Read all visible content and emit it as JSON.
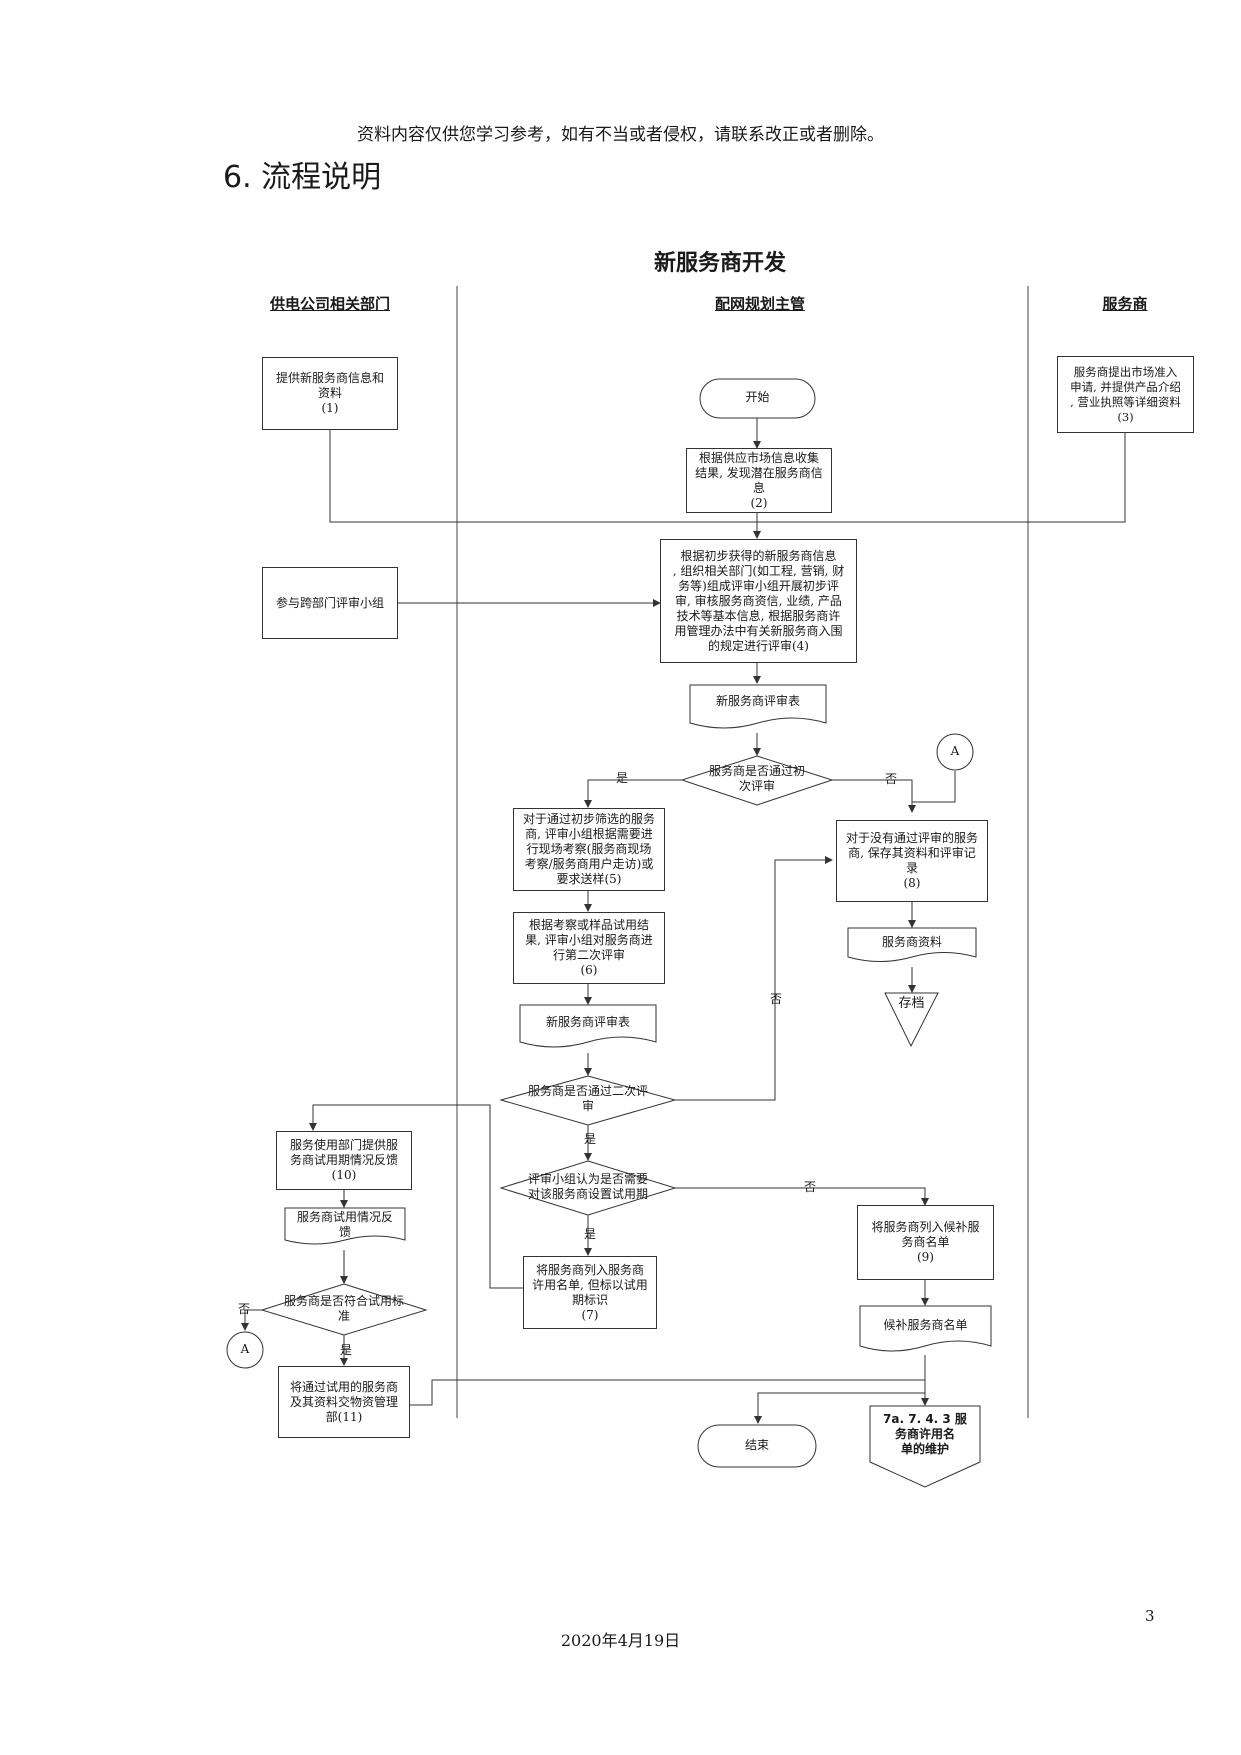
{
  "header": {
    "disclaimer": "资料内容仅供您学习参考，如有不当或者侵权，请联系改正或者删除。",
    "section_heading": "6. 流程说明"
  },
  "chart": {
    "title": "新服务商开发",
    "lanes": [
      "供电公司相关部门",
      "配网规划主管",
      "服务商"
    ]
  },
  "nodes": {
    "n1": "提供新服务商信息和\n资料\n(1)",
    "n3": "服务商提出市场准入\n申请, 并提供产品介绍\n, 营业执照等详细资料\n(3)",
    "start": "开始",
    "n2": "根据供应市场信息收集\n结果, 发现潜在服务商信\n息\n(2)",
    "panel": "参与跨部门评审小组",
    "n4": "根据初步获得的新服务商信息\n, 组织相关部门(如工程, 营销, 财\n务等)组成评审小组开展初步评\n审, 审核服务商资信, 业绩, 产品\n技术等基本信息, 根据服务商许\n用管理办法中有关新服务商入围\n的规定进行评审(4)",
    "doc_review1": "新服务商评审表",
    "dec1": "服务商是否通过初\n次评审",
    "conn_a_top": "A",
    "n5": "对于通过初步筛选的服务\n商, 评审小组根据需要进\n行现场考察(服务商现场\n考察/服务商用户走访)或\n要求送样(5)",
    "n8": "对于没有通过评审的服务\n商, 保存其资料和评审记\n录\n(8)",
    "n6": "根据考察或样品试用结\n果, 评审小组对服务商进\n行第二次评审\n(6)",
    "doc_supplier": "服务商资料",
    "archive": "存档",
    "doc_review2": "新服务商评审表",
    "dec2": "服务商是否通过二次评\n审",
    "n10": "服务使用部门提供服\n务商试用期情况反馈\n(10)",
    "doc_feedback": "服务商试用情况反\n馈",
    "dec3": "评审小组认为是否需要\n对该服务商设置试用期",
    "n9": "将服务商列入候补服\n务商名单\n(9)",
    "dec4": "服务商是否符合试用标\n准",
    "n7": "将服务商列入服务商\n许用名单, 但标以试用\n期标识\n(7)",
    "doc_candidates": "候补服务商名单",
    "conn_a_bottom": "A",
    "n11": "将通过试用的服务商\n及其资料交物资管理\n部(11)",
    "end": "结束",
    "offpage": "7a. 7. 4. 3 服\n务商许用名\n单的维护"
  },
  "edge_labels": {
    "yes1": "是",
    "no1": "否",
    "no2": "否",
    "yes2": "是",
    "no3": "否",
    "yes3": "是",
    "no4": "否",
    "yes4": "是"
  },
  "footer": {
    "page_number": "3",
    "date": "2020年4月19日"
  }
}
